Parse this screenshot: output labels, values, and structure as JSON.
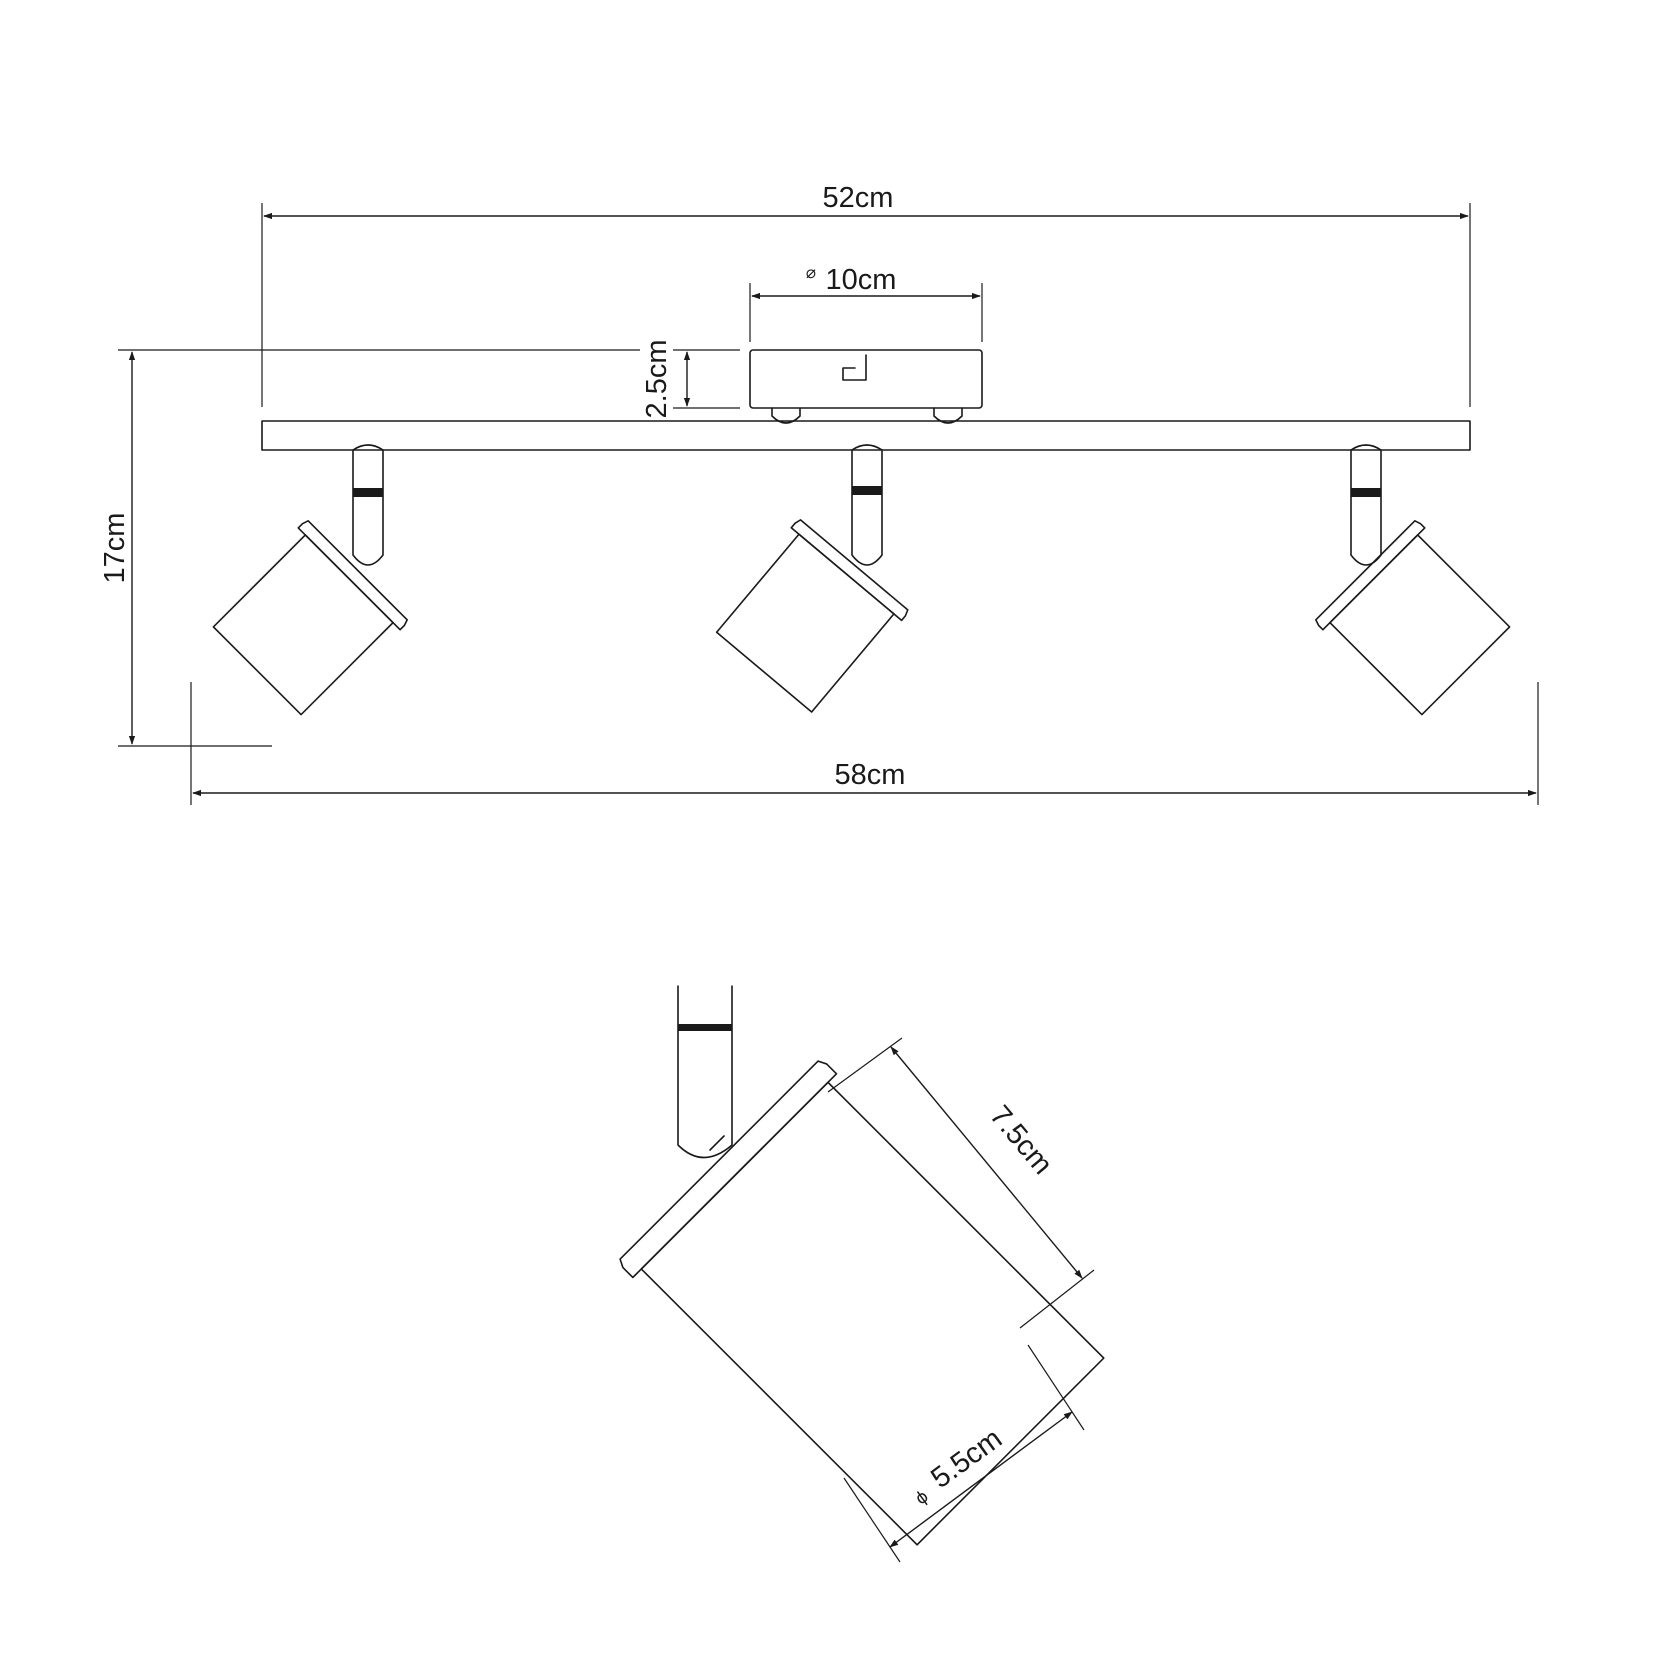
{
  "dimensions": {
    "bar_length": "52cm",
    "canopy_diameter_symbol": "⌀",
    "canopy_diameter": "10cm",
    "canopy_height": "2.5cm",
    "total_height": "17cm",
    "total_width": "58cm",
    "shade_length": "7.5cm",
    "shade_diameter_symbol": "ϕ",
    "shade_diameter": "5.5cm"
  }
}
